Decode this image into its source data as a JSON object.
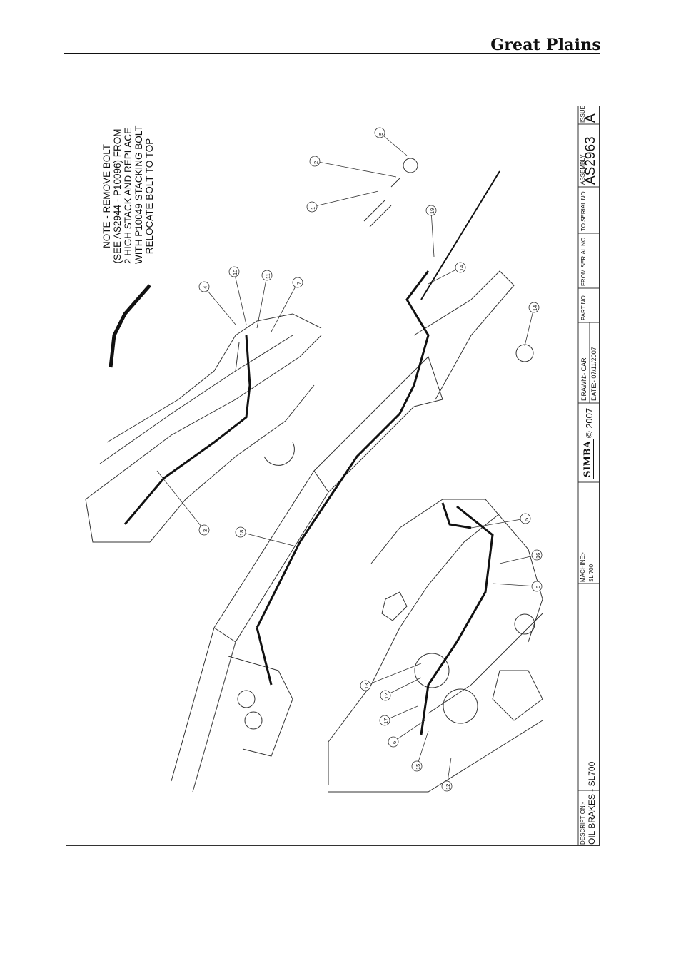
{
  "header": {
    "brand": "Great Plains"
  },
  "note": {
    "lines": [
      "NOTE - REMOVE BOLT",
      "(SEE AS2944 - P10096) FROM",
      "2 HIGH STACK  AND REPLACE",
      "WITH P10049 STACKING BOLT",
      "RELOCATE BOLT TO TOP"
    ]
  },
  "title_block": {
    "description_label": "DESCRIPTION:-",
    "description": "OIL BRAKES - SL700",
    "machine_label": "MACHINE:-",
    "machine": "SL 700",
    "logo": "SIMBA",
    "copyright": "© 2007",
    "drawn": "DRAWN:- CAR",
    "date": "DATE:-  07/11/2007",
    "part_no_label": "PART NO.",
    "from_serial_label": "FROM SERIAL NO.",
    "to_serial_label": "TO SERIAL NO.",
    "assembly_label": "ASSEMBLY",
    "assembly": "AS2963",
    "issue_label": "ISSUE",
    "issue": "A"
  },
  "callouts": [
    "1",
    "2",
    "9",
    "19",
    "14",
    "14",
    "4",
    "10",
    "11",
    "7",
    "3",
    "18",
    "5",
    "16",
    "8",
    "13",
    "12",
    "17",
    "6",
    "15",
    "12"
  ],
  "colors": {
    "ink": "#111111",
    "line": "#333333"
  }
}
